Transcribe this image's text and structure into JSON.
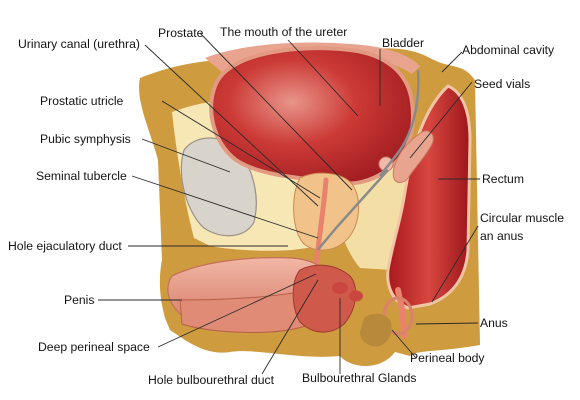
{
  "labels": {
    "urethra": "Urinary canal (urethra)",
    "prostate": "Prostate",
    "ureter_mouth": "The mouth of the ureter",
    "bladder": "Bladder",
    "abdominal_cavity": "Abdominal cavity",
    "seed_vials": "Seed vials",
    "prostatic_utricle": "Prostatic utricle",
    "pubic_symphysis": "Pubic symphysis",
    "seminal_tubercle": "Seminal tubercle",
    "rectum": "Rectum",
    "circular_muscle_1": "Circular muscle",
    "circular_muscle_2": "an anus",
    "hole_ejaculatory_duct": "Hole ejaculatory duct",
    "penis": "Penis",
    "anus": "Anus",
    "deep_perineal_space": "Deep perineal space",
    "perineal_body": "Perineal body",
    "hole_bulbourethral_duct": "Hole bulbourethral duct",
    "bulbourethral_glands": "Bulbourethral Glands"
  },
  "colors": {
    "tissue_tan": "#cf9b3f",
    "tissue_light": "#f6e7b5",
    "bladder_red": "#b51f24",
    "muscle_pink": "#e9a490",
    "bone_grey": "#d8d3cb",
    "duct_grey": "#8a8a8a"
  }
}
